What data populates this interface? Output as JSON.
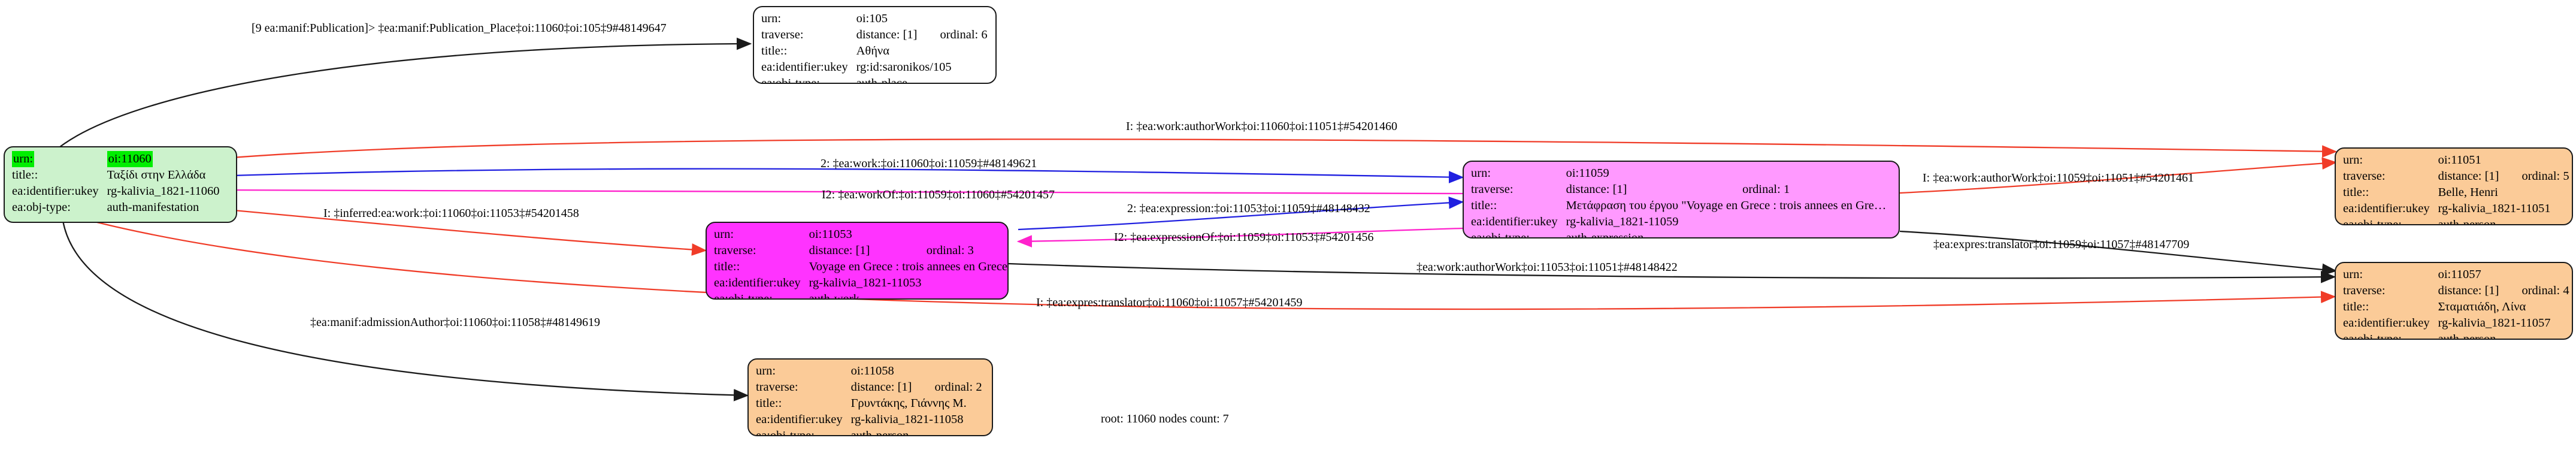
{
  "graph": {
    "footer": "root: 11060 nodes count: 7",
    "field_labels": {
      "urn": "urn:",
      "traverse": "traverse:",
      "title": "title::",
      "ukey": "ea:identifier:ukey",
      "objtype": "ea:obj-type:"
    },
    "colors": {
      "root_header": "#00ee00",
      "root_body": "#ccf2cc",
      "expression": "#ff99ff",
      "work": "#ff33ff",
      "person": "#fbcb98",
      "place": "#ffffff",
      "edge_red": "#f03c28",
      "edge_blue": "#2020e0",
      "edge_magenta": "#ff22cc",
      "edge_black": "#1a1a1a"
    }
  },
  "nodes": [
    {
      "id": "oi-11060",
      "urn": "oi:11060",
      "traverse": "",
      "ordinal": "",
      "title": "Ταξίδι στην Ελλάδα",
      "ukey": "rg-kalivia_1821-11060",
      "objtype": "auth-manifestation"
    },
    {
      "id": "oi-105",
      "urn": "oi:105",
      "traverse": "distance: [1]",
      "ordinal": "ordinal: 6",
      "title": "Αθήνα",
      "ukey": "rg:id:saronikos/105",
      "objtype": "auth-place"
    },
    {
      "id": "oi-11059",
      "urn": "oi:11059",
      "traverse": "distance: [1]",
      "ordinal": "ordinal: 1",
      "title": "Μετάφραση του έργου \"Voyage en Grece : trois annees en Gre…",
      "ukey": "rg-kalivia_1821-11059",
      "objtype": "auth-expression"
    },
    {
      "id": "oi-11053",
      "urn": "oi:11053",
      "traverse": "distance: [1]",
      "ordinal": "ordinal: 3",
      "title": "Voyage en Grece : trois annees en Grece",
      "ukey": "rg-kalivia_1821-11053",
      "objtype": "auth-work"
    },
    {
      "id": "oi-11051",
      "urn": "oi:11051",
      "traverse": "distance: [1]",
      "ordinal": "ordinal: 5",
      "title": "Belle, Henri",
      "ukey": "rg-kalivia_1821-11051",
      "objtype": "auth-person"
    },
    {
      "id": "oi-11057",
      "urn": "oi:11057",
      "traverse": "distance: [1]",
      "ordinal": "ordinal: 4",
      "title": "Σταματιάδη, Λίνα",
      "ukey": "rg-kalivia_1821-11057",
      "objtype": "auth-person"
    },
    {
      "id": "oi-11058",
      "urn": "oi:11058",
      "traverse": "distance: [1]",
      "ordinal": "ordinal: 2",
      "title": "Γρυντάκης, Γιάννης Μ.",
      "ukey": "rg-kalivia_1821-11058",
      "objtype": "auth-person"
    }
  ],
  "edge_labels": [
    {
      "id": "e1",
      "text": "[9 ea:manif:Publication]> ‡ea:manif:Publication_Place‡oi:11060‡oi:105‡9#48149647"
    },
    {
      "id": "e2",
      "text": "I: ‡ea:work:authorWork‡oi:11060‡oi:11051‡#54201460"
    },
    {
      "id": "e3",
      "text": "2: ‡ea:work:‡oi:11060‡oi:11059‡#48149621"
    },
    {
      "id": "e4",
      "text": "I2: ‡ea:workOf:‡oi:11059‡oi:11060‡#54201457"
    },
    {
      "id": "e5",
      "text": "I: ‡inferred:ea:work:‡oi:11060‡oi:11053‡#54201458"
    },
    {
      "id": "e6",
      "text": "2: ‡ea:expression:‡oi:11053‡oi:11059‡#48148432"
    },
    {
      "id": "e7",
      "text": "I2: ‡ea:expressionOf:‡oi:11059‡oi:11053‡#54201456"
    },
    {
      "id": "e8",
      "text": "I: ‡ea:work:authorWork‡oi:11059‡oi:11051‡#54201461"
    },
    {
      "id": "e9",
      "text": "‡ea:expres:translator‡oi:11059‡oi:11057‡#48147709"
    },
    {
      "id": "e10",
      "text": "‡ea:work:authorWork‡oi:11053‡oi:11051‡#48148422"
    },
    {
      "id": "e11",
      "text": "I: ‡ea:expres:translator‡oi:11060‡oi:11057‡#54201459"
    },
    {
      "id": "e12",
      "text": "‡ea:manif:admissionAuthor‡oi:11060‡oi:11058‡#48149619"
    }
  ]
}
